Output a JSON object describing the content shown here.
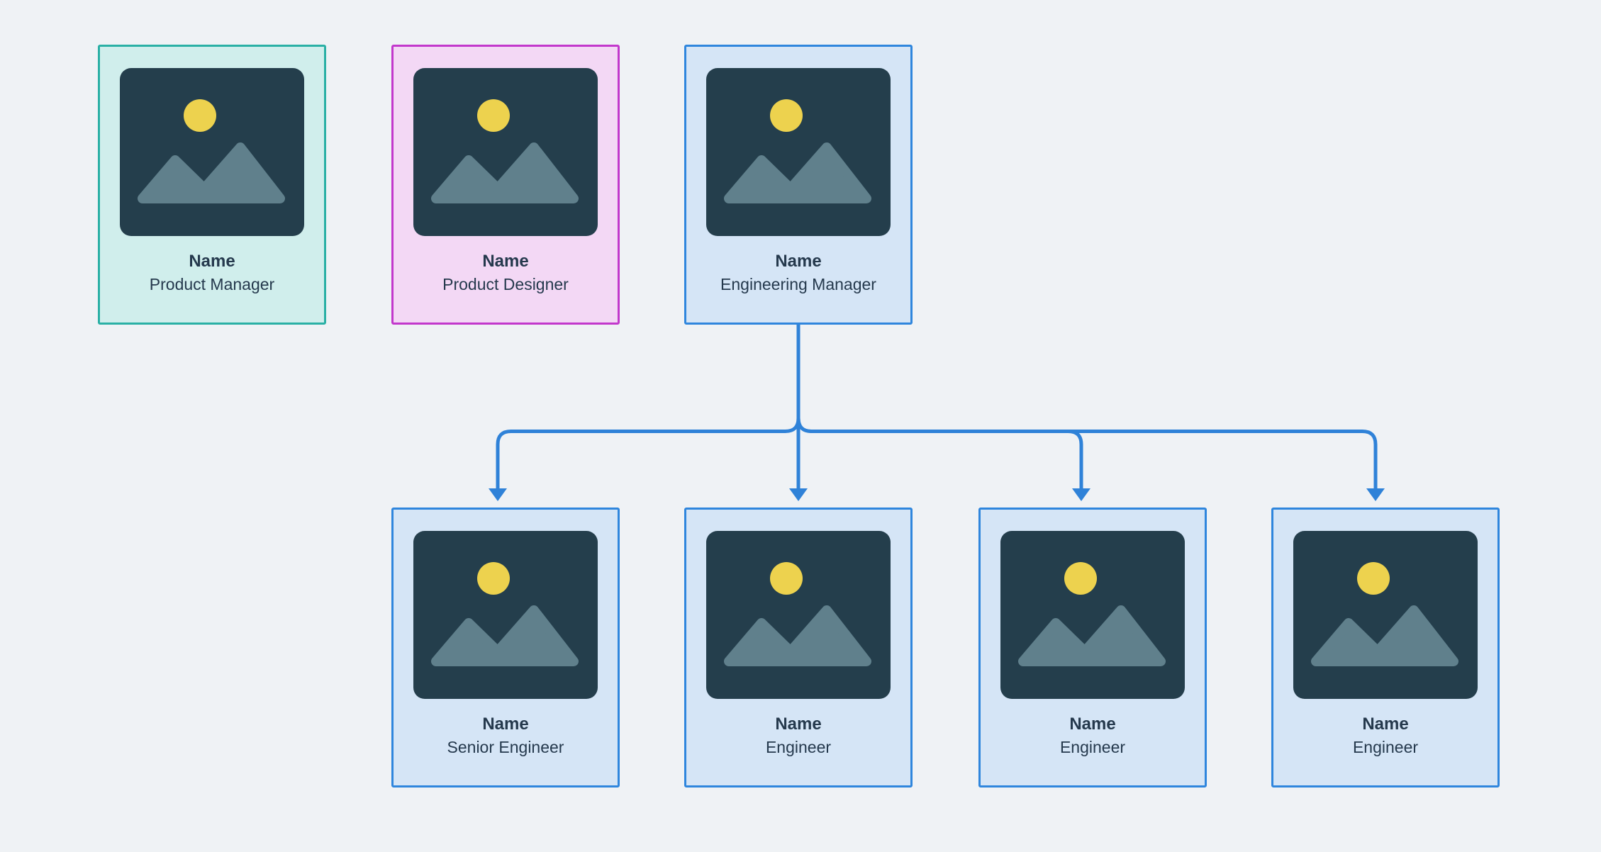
{
  "diagram_type": "org-chart",
  "canvas": {
    "background": "#eff2f5"
  },
  "text_color": "#25394d",
  "connector": {
    "color": "#2f82d8",
    "stroke_width": 5,
    "arrow": "down"
  },
  "themes": {
    "teal": {
      "border": "#2ab0a5",
      "background": "#d0eeec"
    },
    "magenta": {
      "border": "#c238cc",
      "background": "#f3d8f5"
    },
    "blue": {
      "border": "#2f86dd",
      "background": "#d5e5f6"
    }
  },
  "placeholder_icon": {
    "name": "image-placeholder-icon",
    "background": "#243e4c",
    "sun": "#edd24e",
    "mountain": "#60808c"
  },
  "cards": [
    {
      "id": "product-manager",
      "name": "Name",
      "role": "Product Manager",
      "theme": "teal"
    },
    {
      "id": "product-designer",
      "name": "Name",
      "role": "Product Designer",
      "theme": "magenta"
    },
    {
      "id": "engineering-manager",
      "name": "Name",
      "role": "Engineering Manager",
      "theme": "blue"
    },
    {
      "id": "senior-engineer",
      "name": "Name",
      "role": "Senior Engineer",
      "theme": "blue"
    },
    {
      "id": "engineer-1",
      "name": "Name",
      "role": "Engineer",
      "theme": "blue"
    },
    {
      "id": "engineer-2",
      "name": "Name",
      "role": "Engineer",
      "theme": "blue"
    },
    {
      "id": "engineer-3",
      "name": "Name",
      "role": "Engineer",
      "theme": "blue"
    }
  ],
  "edges": [
    {
      "from": "engineering-manager",
      "to": "senior-engineer"
    },
    {
      "from": "engineering-manager",
      "to": "engineer-1"
    },
    {
      "from": "engineering-manager",
      "to": "engineer-2"
    },
    {
      "from": "engineering-manager",
      "to": "engineer-3"
    }
  ]
}
